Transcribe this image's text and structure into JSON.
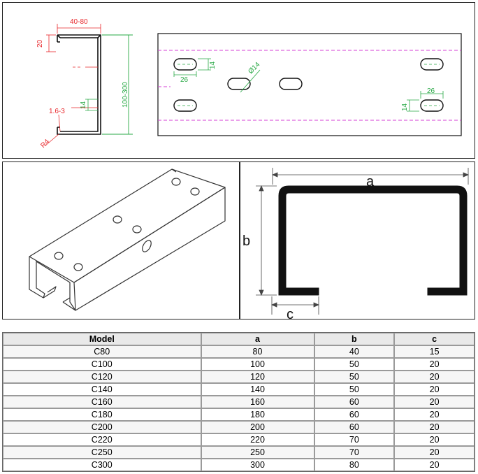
{
  "top_drawing": {
    "dim_width": "40-80",
    "dim_lip": "20",
    "dim_thickness": "1.6-3",
    "dim_radius": "R4",
    "dim_slot_height": "14",
    "dim_height": "100-300",
    "dim_slot_w1": "26",
    "dim_slot_h1": "14",
    "dim_hole": "Ø14",
    "dim_slot_w2": "26",
    "dim_slot_h2": "14"
  },
  "cross_section": {
    "label_a": "a",
    "label_b": "b",
    "label_c": "c"
  },
  "table": {
    "headers": [
      "Model",
      "a",
      "b",
      "c"
    ],
    "rows": [
      [
        "C80",
        "80",
        "40",
        "15"
      ],
      [
        "C100",
        "100",
        "50",
        "20"
      ],
      [
        "C120",
        "120",
        "50",
        "20"
      ],
      [
        "C140",
        "140",
        "50",
        "20"
      ],
      [
        "C160",
        "160",
        "60",
        "20"
      ],
      [
        "C180",
        "180",
        "60",
        "20"
      ],
      [
        "C200",
        "200",
        "60",
        "20"
      ],
      [
        "C220",
        "220",
        "70",
        "20"
      ],
      [
        "C250",
        "250",
        "70",
        "20"
      ],
      [
        "C300",
        "300",
        "80",
        "20"
      ]
    ]
  },
  "colors": {
    "dimension_red": "#e8262a",
    "dimension_green": "#27a844",
    "centerline_magenta": "#d63fd6",
    "steel_profile": "#111111"
  }
}
